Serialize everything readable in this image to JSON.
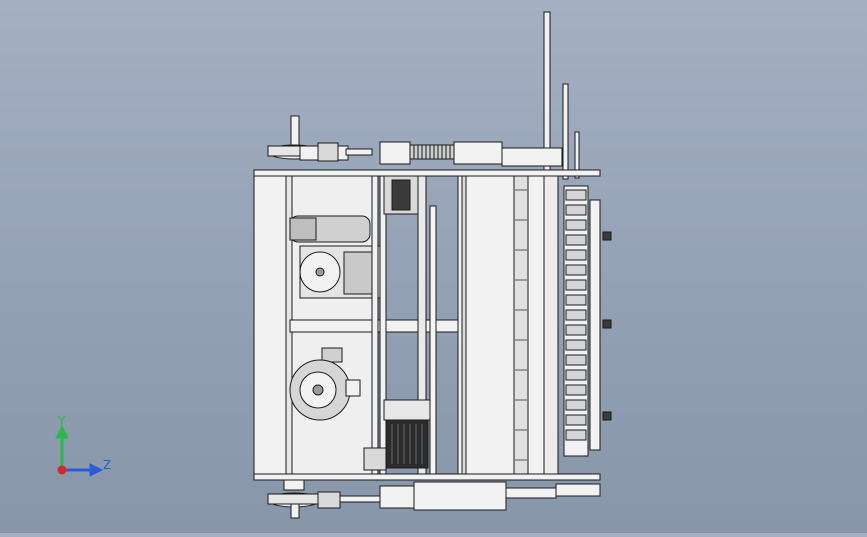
{
  "viewport": {
    "background_top": "#a4b0c2",
    "background_bottom": "#8796aa",
    "model": "assembly-side-view"
  },
  "triad": {
    "y_label": "Y",
    "z_label": "Z",
    "y_color": "#2bb84a",
    "z_color": "#2a5bd8",
    "x_color": "#d8262a"
  },
  "colors": {
    "part_fill": "#f2f2f2",
    "part_shade": "#d9d9d9",
    "part_dark": "#9a9a9a",
    "edge": "#1a1a1a"
  }
}
